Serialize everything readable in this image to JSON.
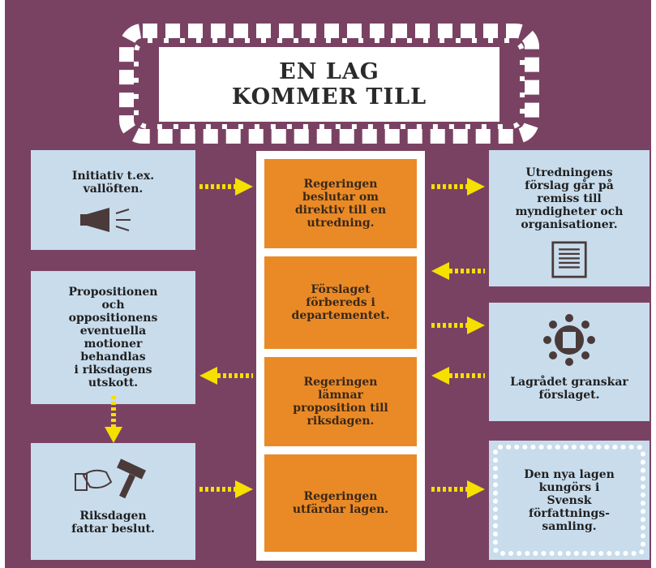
{
  "title": {
    "line1": "EN LAG",
    "line2": "KOMMER TILL"
  },
  "left_boxes": [
    {
      "text": "Initiativ t.ex.\nvallöften.",
      "icon": "megaphone-icon"
    },
    {
      "text": "Propositionen\noch\noppositionens\neventuella\nmotioner\nbehandlas\ni riksdagens\nutskott.",
      "icon": ""
    },
    {
      "text": "Riksdagen\nfattar beslut.",
      "icon": "gavel-icon"
    }
  ],
  "center_boxes": [
    "Regeringen\nbeslutar om\ndirektiv till en\nutredning.",
    "Förslaget\nförbereds i\ndepartementet.",
    "Regeringen\nlämnar\nproposition till\nriksdagen.",
    "Regeringen\nutfärdar lagen."
  ],
  "right_boxes": [
    {
      "text": "Utredningens\nförslag går på\nremiss till\nmyndigheter och\norganisationer.",
      "icon": "document-icon"
    },
    {
      "text": "Lagrådet granskar\nförslaget.",
      "icon": "council-icon"
    },
    {
      "text": "Den nya lagen\nkungörs i\nSvensk\nförfattnings-\nsamling.",
      "icon": ""
    }
  ],
  "colors": {
    "background": "#7a4262",
    "box": "#c8dcec",
    "orange": "#ea8a27",
    "arrow": "#f5e000",
    "text": "#1f1f1f"
  }
}
